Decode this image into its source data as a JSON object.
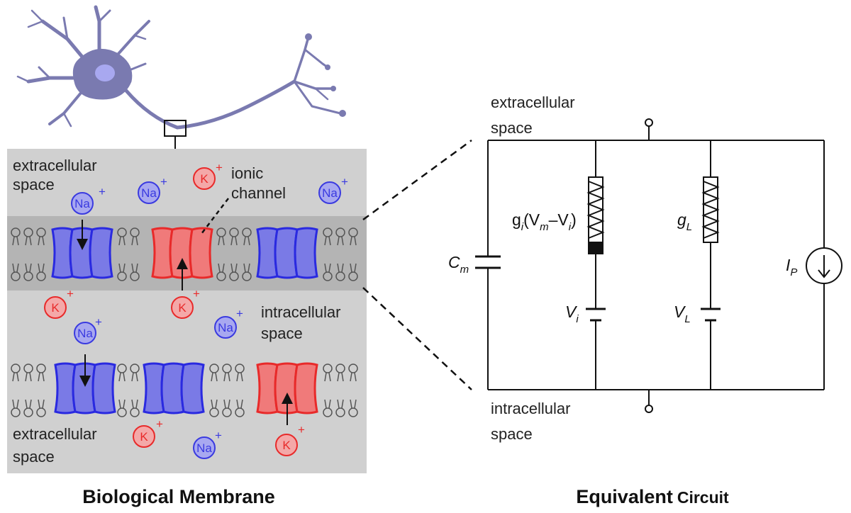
{
  "membrane": {
    "caption": "Biological Membrane",
    "label_extracellular_top_1": "extracellular",
    "label_extracellular_top_2": "space",
    "label_ionic_1": "ionic",
    "label_ionic_2": "channel",
    "label_intracellular_1": "intracellular",
    "label_intracellular_2": "space",
    "label_extracellular_bottom_1": "extracellular",
    "label_extracellular_bottom_2": "space",
    "ion_na": "Na",
    "ion_k": "K",
    "plus": "+"
  },
  "circuit": {
    "caption_bold": "Equivalent",
    "caption_rest": "Circuit",
    "label_extracellular_1": "extracellular",
    "label_extracellular_2": "space",
    "label_intracellular_1": "intracellular",
    "label_intracellular_2": "space",
    "cm": "C",
    "cm_sub": "m",
    "gi_prefix": "g",
    "gi_sub": "i",
    "gi_mid": "(V",
    "gi_sub_m": "m",
    "gi_dash": "–V",
    "gi_sub_i": "i",
    "gi_close": ")",
    "gl": "g",
    "gl_sub": "L",
    "vi": "V",
    "vi_sub": "i",
    "vl": "V",
    "vl_sub": "L",
    "ip": "I",
    "ip_sub": "P"
  },
  "colors": {
    "na": "#3a3ae0",
    "k": "#e82a2a",
    "neuron": "#7a7ab0",
    "panel": "#d0d0d0",
    "membrane_band": "#b4b4b4"
  }
}
